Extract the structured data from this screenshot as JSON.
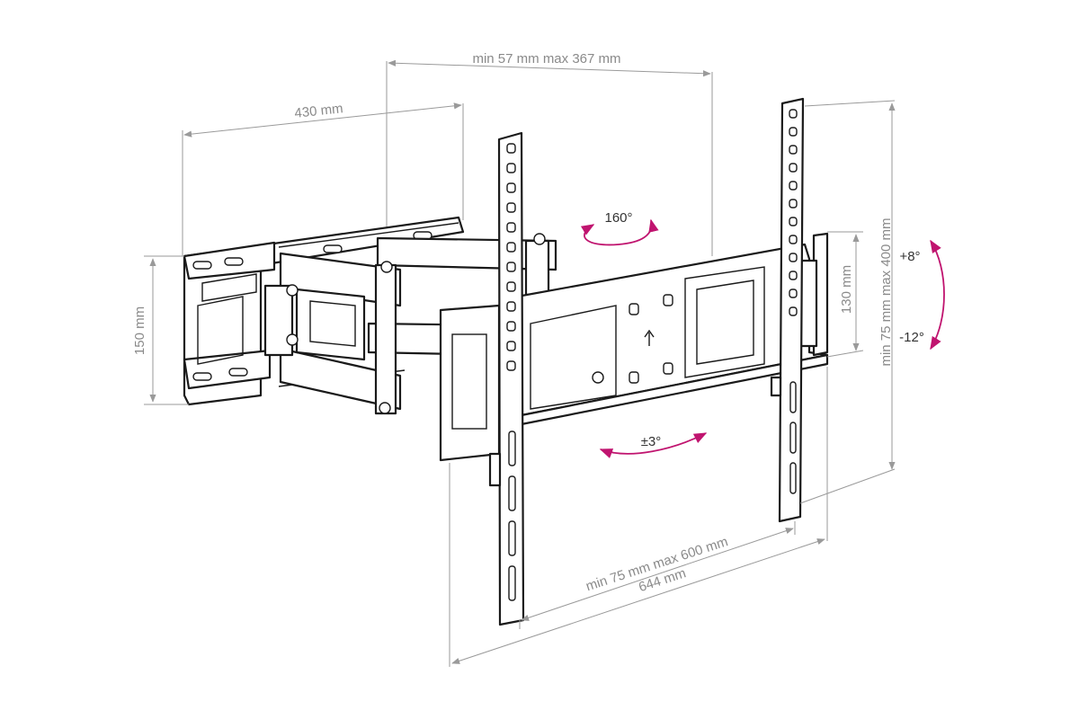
{
  "colors": {
    "accent": "#c0146f",
    "line": "#9a9a9a",
    "dimension_text": "#8a8a8a",
    "drawing": "#1a1a1a"
  },
  "dimensions": {
    "arm_extension": "min 57 mm max 367 mm",
    "wall_plate_width": "430 mm",
    "wall_plate_height": "150 mm",
    "vesa_vertical": "min 75 mm max 400 mm",
    "cross_bar_height": "130 mm",
    "vesa_horizontal": "min 75 mm max 600 mm",
    "overall_width": "644 mm"
  },
  "rotations": {
    "swivel": "160°",
    "rotation": "±3°",
    "tilt_up": "+8°",
    "tilt_down": "-12°"
  }
}
